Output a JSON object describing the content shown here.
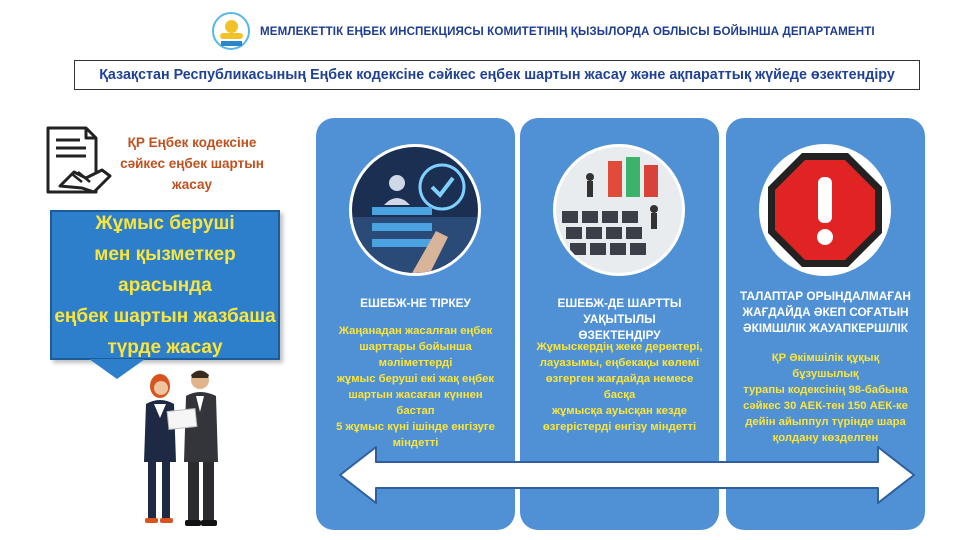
{
  "header": {
    "department": "МЕМЛЕКЕТТІК ЕҢБЕК ИНСПЕКЦИЯСЫ КОМИТЕТІНІҢ ҚЫЗЫЛОРДА ОБЛЫСЫ БОЙЫНША ДЕПАРТАМЕНТІ",
    "logo_icon": "emblem-logo"
  },
  "banner": {
    "title": "Қазақстан Республикасының Еңбек кодексіне сәйкес еңбек шартын жасау және ақпараттық жүйеде өзектендіру"
  },
  "left": {
    "icon": "contract-handshake-icon",
    "title_lines": [
      "ҚР Еңбек кодексіне",
      "сәйкес еңбек шартын",
      "жасау"
    ],
    "callout_lines": [
      "Жұмыс беруші",
      "мен қызметкер арасында",
      "еңбек шартын жазбаша",
      "түрде жасау"
    ],
    "illustration": "people-with-document"
  },
  "panels": [
    {
      "heading_lines": [
        "ЕШЕБЖ-НЕ ТІРКЕУ"
      ],
      "text_lines": [
        "Жаңанадан жасалған еңбек",
        "шарттары бойынша мәліметтерді",
        "жұмыс беруші екі жақ еңбек",
        "шартын жасаған күннен бастап",
        "5 жұмыс күні ішінде енгізуге",
        "міндетті"
      ],
      "image": "digital-checklist-image"
    },
    {
      "heading_lines": [
        "ЕШЕБЖ-ДЕ ШАРТТЫ УАҚЫТЫЛЫ",
        "ӨЗЕКТЕНДІРУ"
      ],
      "text_lines": [
        "Жұмыскердің жеке деректері,",
        "лауазымы, еңбекақы көлемі",
        "өзгерген жағдайда немесе басқа",
        "жұмысқа ауысқан кезде",
        "өзгерістерді енгізу міндетті"
      ],
      "image": "keyboard-people-image"
    },
    {
      "heading_lines": [
        "ТАЛАПТАР ОРЫНДАЛМАҒАН",
        "ЖАҒДАЙДА ӘКЕП СОҒАТЫН",
        "ӘКІМШІЛІК ЖАУАПКЕРШІЛІК"
      ],
      "text_lines": [
        "ҚР Әкімшілік құқық бұзушылық",
        "турапы кодексінің 98-бабына",
        "сәйкес 30 АЕК-тен 150 АЕК-ке",
        "дейін айыппул түрінде шара",
        "қолдану көзделген"
      ],
      "image": "stop-warning-sign"
    }
  ],
  "colors": {
    "panel": "#4f91d4",
    "callout": "#2d7fcb",
    "highlight_text": "#fbe53a",
    "title_orange": "#c0501e",
    "header_blue": "#1f3d8f"
  }
}
